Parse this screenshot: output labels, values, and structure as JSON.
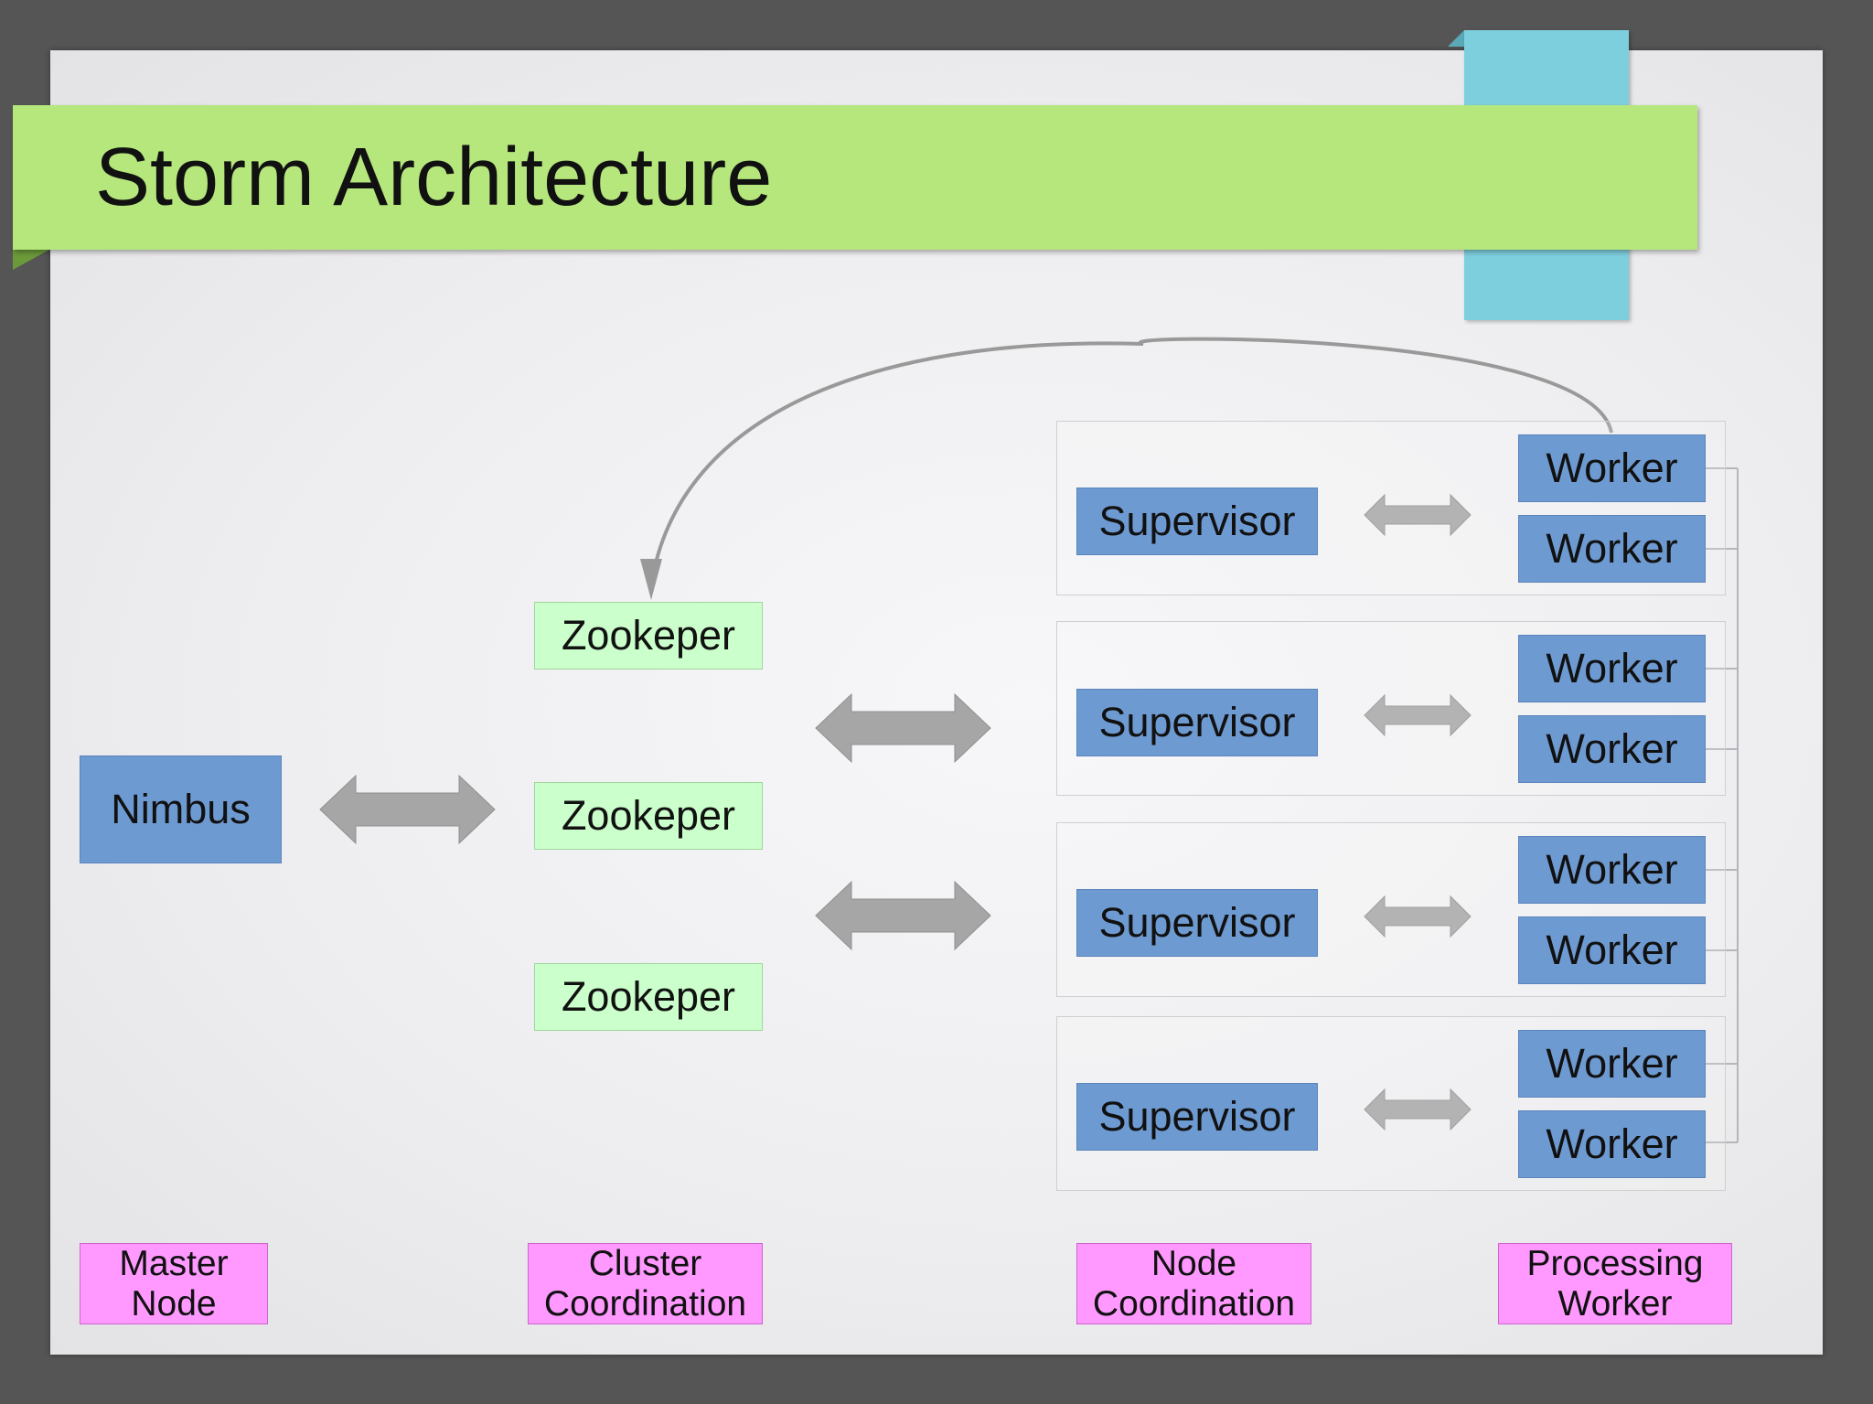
{
  "title": "Storm Architecture",
  "nimbus": "Nimbus",
  "zookeepers": [
    "Zookeper",
    "Zookeper",
    "Zookeper"
  ],
  "supervisors": [
    "Supervisor",
    "Supervisor",
    "Supervisor",
    "Supervisor"
  ],
  "workers": [
    "Worker",
    "Worker",
    "Worker",
    "Worker",
    "Worker",
    "Worker",
    "Worker",
    "Worker"
  ],
  "legend": {
    "master": [
      "Master",
      "Node"
    ],
    "cluster": [
      "Cluster",
      "Coordination"
    ],
    "node": [
      "Node",
      "Coordination"
    ],
    "processing": [
      "Processing",
      "Worker"
    ]
  },
  "colors": {
    "title_banner": "#b6e77d",
    "node_box": "#6e9ad2",
    "zookeeper_box": "#cbffcb",
    "legend_box": "#ff99ff",
    "arrow": "#a6a6a6"
  }
}
